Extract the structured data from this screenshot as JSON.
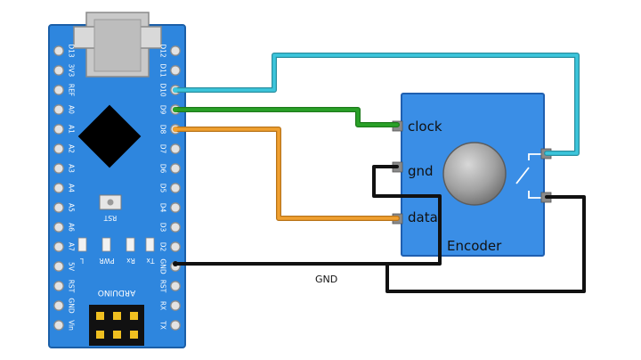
{
  "board": {
    "name": "ARDUINO",
    "reset_label": "RST",
    "left_pins": [
      "D13",
      "3V3",
      "REF",
      "A0",
      "A1",
      "A2",
      "A3",
      "A4",
      "A5",
      "A6",
      "A7",
      "5V",
      "RST",
      "GND",
      "Vin"
    ],
    "right_pins": [
      "D12",
      "D11",
      "D10",
      "D9",
      "D8",
      "D7",
      "D6",
      "D5",
      "D4",
      "D3",
      "D2",
      "GND",
      "RST",
      "RX",
      "TX"
    ],
    "led_labels": [
      "L",
      "PWR",
      "Rx",
      "Tx"
    ],
    "colors": {
      "board": "#2e86de",
      "board_edge": "#1b5fa8",
      "chip": "#000000"
    }
  },
  "encoder": {
    "title": "Encoder",
    "pins": [
      "clock",
      "gnd",
      "data"
    ],
    "colors": {
      "body": "#3a8ee6",
      "edge": "#1f5fb0",
      "knob": "#9a9a9a"
    }
  },
  "wires": {
    "gnd_label": "GND",
    "colors": {
      "d10": "#3cc6dc",
      "d9": "#2aa128",
      "d8": "#f0a030",
      "gnd": "#111111"
    }
  }
}
